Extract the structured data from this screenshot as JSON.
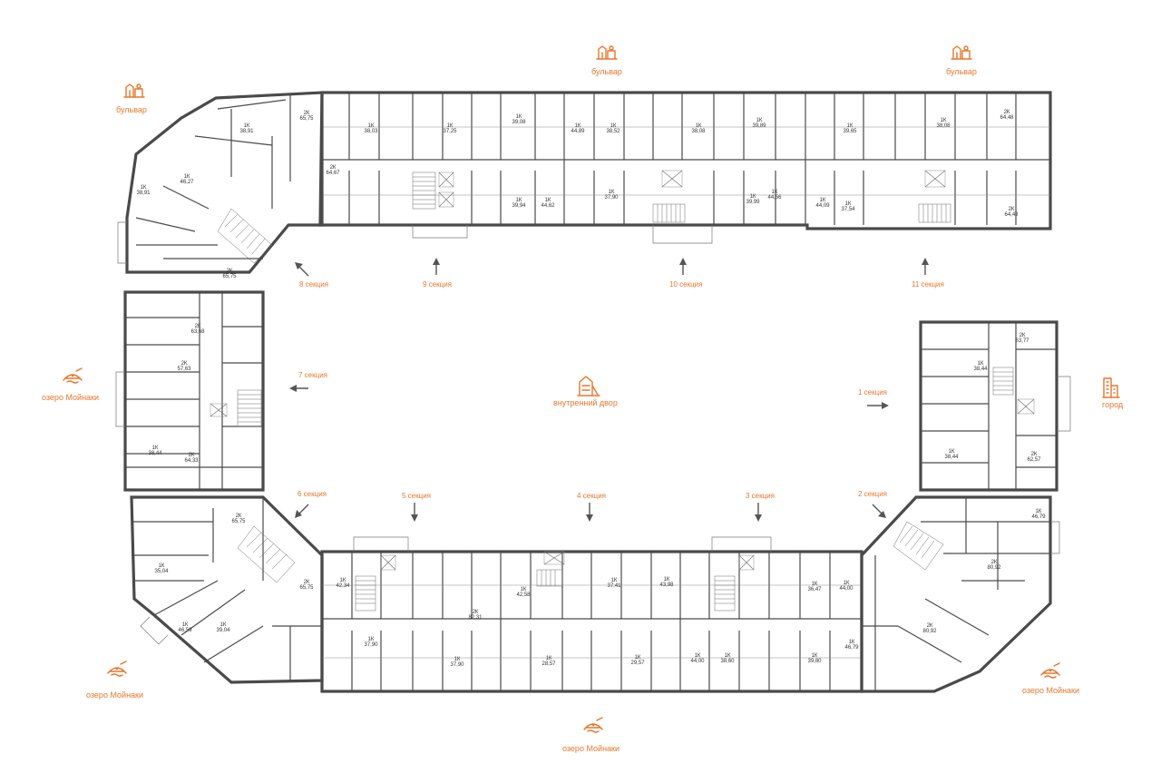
{
  "colors": {
    "accent": "#e8762c",
    "wall": "#4a4a4a",
    "text": "#333333"
  },
  "places": {
    "boulevard": "бульвар",
    "lake": "озеро Мойнаки",
    "courtyard": "внутренний двор",
    "city": "город"
  },
  "icons": {
    "boulevard": "boulevard-park-icon",
    "lake": "lake-icon",
    "courtyard": "playground-icon",
    "city": "city-buildings-icon"
  },
  "sections": [
    "1 секция",
    "2 секция",
    "3 секция",
    "4 секция",
    "5 секция",
    "6 секция",
    "7 секция",
    "8 секция",
    "9 секция",
    "10 секция",
    "11 секция"
  ],
  "apartments": [
    {
      "type": "2К",
      "area": "63,77"
    },
    {
      "type": "1К",
      "area": "38,44"
    },
    {
      "type": "1К",
      "area": "38,44"
    },
    {
      "type": "2К",
      "area": "62,57"
    },
    {
      "type": "1К",
      "area": "46,79"
    },
    {
      "type": "2К",
      "area": "80,92"
    },
    {
      "type": "2К",
      "area": "80,92"
    },
    {
      "type": "1К",
      "area": "46,79"
    },
    {
      "type": "1К",
      "area": "36,47"
    },
    {
      "type": "1К",
      "area": "44,00"
    },
    {
      "type": "1К",
      "area": "44,00"
    },
    {
      "type": "1К",
      "area": "38,60"
    },
    {
      "type": "1К",
      "area": "39,80"
    },
    {
      "type": "1К",
      "area": "42,58"
    },
    {
      "type": "1К",
      "area": "37,41"
    },
    {
      "type": "1К",
      "area": "43,98"
    },
    {
      "type": "1К",
      "area": "29,57"
    },
    {
      "type": "1К",
      "area": "28,57"
    },
    {
      "type": "1К",
      "area": "42,34"
    },
    {
      "type": "2К",
      "area": "82,31"
    },
    {
      "type": "1К",
      "area": "37,90"
    },
    {
      "type": "1К",
      "area": "37,90"
    },
    {
      "type": "2К",
      "area": "65,75"
    },
    {
      "type": "1К",
      "area": "35,04"
    },
    {
      "type": "1К",
      "area": "46,59"
    },
    {
      "type": "1К",
      "area": "39,04"
    },
    {
      "type": "2К",
      "area": "65,75"
    },
    {
      "type": "2К",
      "area": "63,68"
    },
    {
      "type": "2К",
      "area": "57,63"
    },
    {
      "type": "1К",
      "area": "38,44"
    },
    {
      "type": "2К",
      "area": "64,33"
    },
    {
      "type": "1К",
      "area": "38,91"
    },
    {
      "type": "2К",
      "area": "65,75"
    },
    {
      "type": "1К",
      "area": "46,27"
    },
    {
      "type": "1К",
      "area": "38,91"
    },
    {
      "type": "2К",
      "area": "65,75"
    },
    {
      "type": "1К",
      "area": "38,03"
    },
    {
      "type": "2К",
      "area": "64,67"
    },
    {
      "type": "1К",
      "area": "37,25"
    },
    {
      "type": "1К",
      "area": "39,08"
    },
    {
      "type": "1К",
      "area": "39,94"
    },
    {
      "type": "1К",
      "area": "44,62"
    },
    {
      "type": "1К",
      "area": "38,52"
    },
    {
      "type": "1К",
      "area": "38,08"
    },
    {
      "type": "1К",
      "area": "39,89"
    },
    {
      "type": "1К",
      "area": "37,90"
    },
    {
      "type": "1К",
      "area": "44,89"
    },
    {
      "type": "1К",
      "area": "39,99"
    },
    {
      "type": "1К",
      "area": "44,56"
    },
    {
      "type": "1К",
      "area": "39,65"
    },
    {
      "type": "1К",
      "area": "38,08"
    },
    {
      "type": "2К",
      "area": "64,48"
    },
    {
      "type": "1К",
      "area": "44,09"
    },
    {
      "type": "1К",
      "area": "37,54"
    },
    {
      "type": "2К",
      "area": "64,48"
    }
  ]
}
